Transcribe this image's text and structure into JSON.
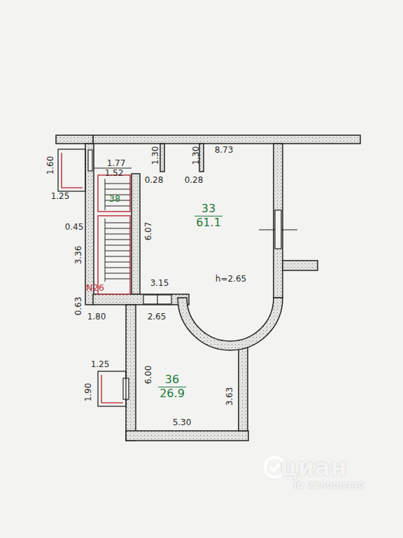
{
  "diagram": {
    "nodes": [
      {
        "text": [
          "33",
          "61.1"
        ]
      },
      {
        "text": [
          "36",
          "26.9"
        ]
      },
      {
        "text": [
          "38"
        ]
      }
    ],
    "labels": [
      "1.60",
      "1.25",
      "1.77",
      "1.52",
      "1.30",
      "0.28",
      "1.30",
      "0.28",
      "8.73",
      "0.45",
      "3.36",
      "6.07",
      "h=2.65",
      "N26",
      "0.63",
      "3.15",
      "1.80",
      "2.65",
      "1.25",
      "1.90",
      "6.00",
      "3.63",
      "5.30",
      "циан",
      "ID 325086440"
    ]
  }
}
